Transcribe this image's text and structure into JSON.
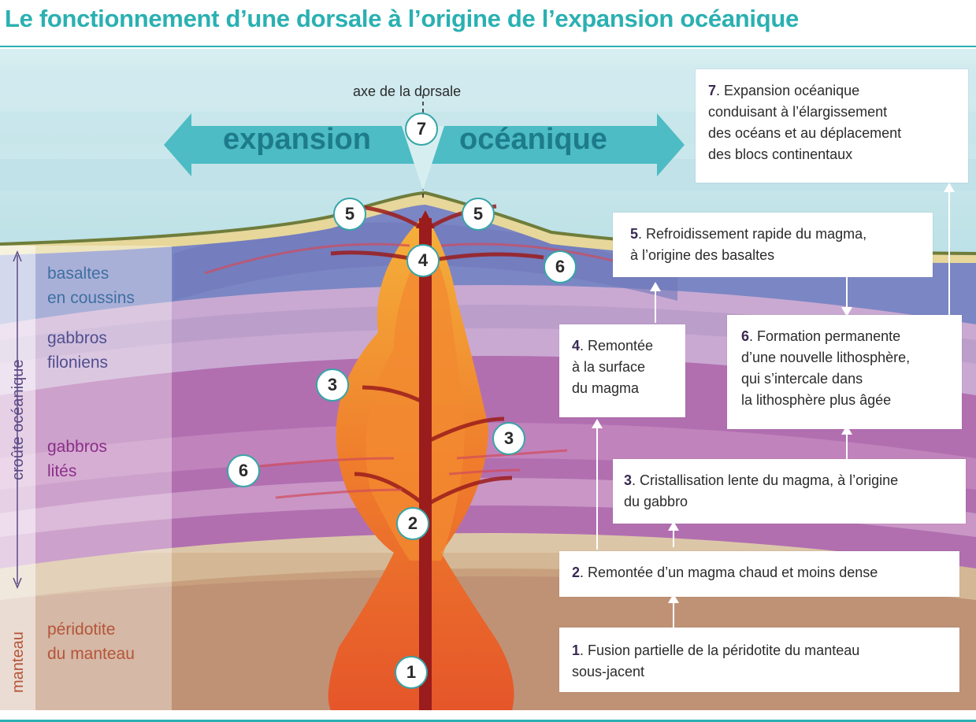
{
  "title": "Le fonctionnement d’une dorsale à l’origine de l’expansion océanique",
  "axis_label": "axe de la dorsale",
  "expansion_words": {
    "left": "expansion",
    "right": "océanique"
  },
  "side_labels": {
    "crust": "croûte océanique",
    "mantle": "manteau"
  },
  "layers": {
    "basalts": [
      "basaltes",
      "en coussins"
    ],
    "dike_gabbros": [
      "gabbros",
      "filoniens"
    ],
    "layered_gabbros": [
      "gabbros",
      "lités"
    ],
    "peridotite": [
      "péridotite",
      "du manteau"
    ]
  },
  "markers": [
    "1",
    "2",
    "3",
    "4",
    "5",
    "6",
    "7"
  ],
  "steps": [
    {
      "num": "1",
      "lines": [
        ". Fusion partielle de la péridotite du manteau",
        "sous-jacent"
      ]
    },
    {
      "num": "2",
      "lines": [
        ". Remontée d’un magma chaud et moins dense"
      ]
    },
    {
      "num": "3",
      "lines": [
        ". Cristallisation lente du magma, à l’origine",
        "du gabbro"
      ]
    },
    {
      "num": "4",
      "lines": [
        ". Remontée",
        "à la surface",
        "du magma"
      ]
    },
    {
      "num": "5",
      "lines": [
        ". Refroidissement rapide du magma,",
        "à l’origine des basaltes"
      ]
    },
    {
      "num": "6",
      "lines": [
        ". Formation permanente",
        "d’une nouvelle lithosphère,",
        "qui s’intercale dans",
        "la lithosphère plus âgée"
      ]
    },
    {
      "num": "7",
      "lines": [
        ". Expansion océanique",
        "conduisant à l’élargissement",
        "des océans et au déplacement",
        "des blocs continentaux"
      ]
    }
  ],
  "colors": {
    "accent": "#2ab0b2",
    "basalt_label": "#3f6fa2",
    "gabbro_filonien_label": "#4f4f8f",
    "gabbro_lite_label": "#8c2f8a",
    "peridotite_label": "#b5553a",
    "magma_channel": "#9b1c1c"
  }
}
